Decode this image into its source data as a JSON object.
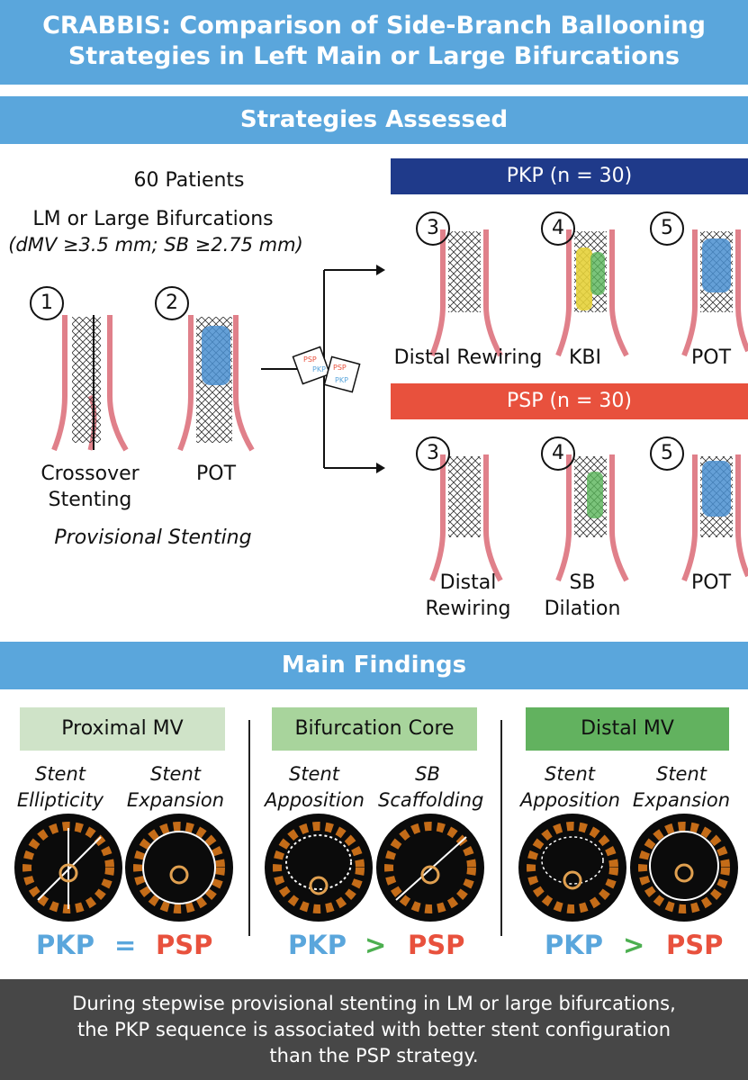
{
  "title": {
    "line1": "CRABBIS: Comparison of Side-Branch Ballooning",
    "line2": "Strategies in Left Main or Large Bifurcations"
  },
  "strategies": {
    "heading": "Strategies Assessed",
    "patients": "60 Patients",
    "population": "LM or Large Bifurcations",
    "criteria": "(dMV ≥3.5 mm; SB ≥2.75 mm)",
    "provisional_label": "Provisional Stenting",
    "provisional_steps": [
      {
        "num": "1",
        "line1": "Crossover",
        "line2": "Stenting"
      },
      {
        "num": "2",
        "line1": "POT",
        "line2": ""
      }
    ],
    "dice_labels": [
      "PSP",
      "PKP",
      "PSP",
      "PKP"
    ],
    "pkp": {
      "label": "PKP (n = 30)",
      "color": "#1f3a8a",
      "steps": [
        {
          "num": "3",
          "label": "Distal Rewiring"
        },
        {
          "num": "4",
          "label": "KBI"
        },
        {
          "num": "5",
          "label": "POT"
        }
      ]
    },
    "psp": {
      "label": "PSP (n = 30)",
      "color": "#e8513d",
      "steps": [
        {
          "num": "3",
          "line1": "Distal",
          "line2": "Rewiring"
        },
        {
          "num": "4",
          "line1": "SB",
          "line2": "Dilation"
        },
        {
          "num": "5",
          "line1": "POT",
          "line2": ""
        }
      ]
    }
  },
  "findings": {
    "heading": "Main Findings",
    "groups": [
      {
        "header": "Proximal MV",
        "header_color": "#cfe3c8",
        "measures": [
          {
            "line1": "Stent",
            "line2": "Ellipticity"
          },
          {
            "line1": "Stent",
            "line2": "Expansion"
          }
        ],
        "left": "PKP",
        "op": "=",
        "right": "PSP"
      },
      {
        "header": "Bifurcation Core",
        "header_color": "#a8d49c",
        "measures": [
          {
            "line1": "Stent",
            "line2": "Apposition"
          },
          {
            "line1": "SB",
            "line2": "Scaffolding"
          }
        ],
        "left": "PKP",
        "op": ">",
        "right": "PSP"
      },
      {
        "header": "Distal MV",
        "header_color": "#62b25f",
        "measures": [
          {
            "line1": "Stent",
            "line2": "Apposition"
          },
          {
            "line1": "Stent",
            "line2": "Expansion"
          }
        ],
        "left": "PKP",
        "op": ">",
        "right": "PSP"
      }
    ],
    "colors": {
      "pkp": "#5aa6dc",
      "psp": "#e8513d",
      "equal": "#5aa6dc",
      "greater": "#4caf50"
    }
  },
  "conclusion": {
    "line1": "During stepwise provisional stenting in LM or large bifurcations,",
    "line2": "the PKP sequence is associated with better stent configuration",
    "line3": "than the PSP strategy."
  }
}
